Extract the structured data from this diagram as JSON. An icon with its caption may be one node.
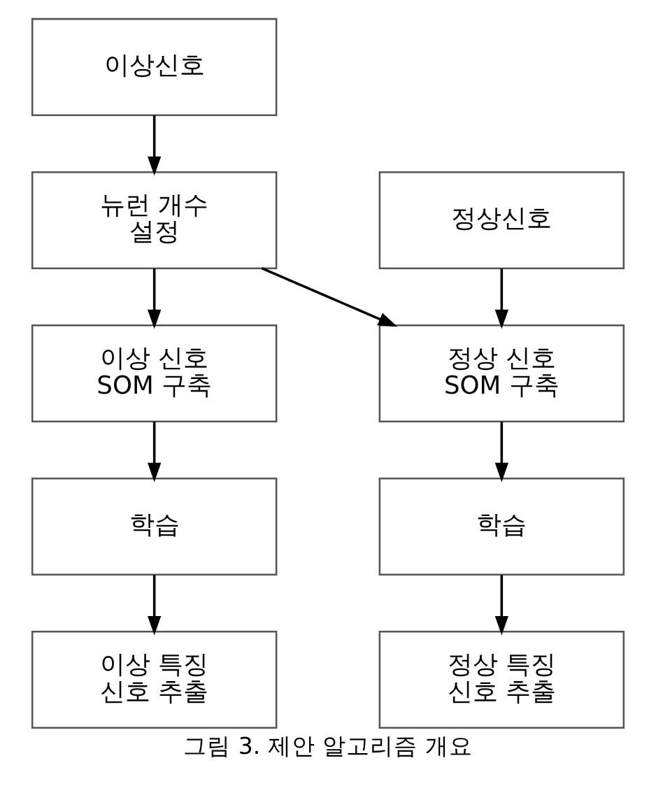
{
  "diagram": {
    "caption": "그림 3. 제안 알고리즘 개요",
    "nodes": [
      {
        "text": [
          "이상신호"
        ]
      },
      {
        "text": [
          "정상신호"
        ]
      },
      {
        "text": [
          "뉴런 개수 설정"
        ]
      },
      {
        "text": [
          "이상 신호 SOM 구축"
        ]
      },
      {
        "text": [
          "정상 신호 SOM 구축"
        ]
      },
      {
        "text": [
          "학습"
        ]
      },
      {
        "text": [
          "학습"
        ]
      },
      {
        "text": [
          "이상 특징 신호 추출"
        ]
      },
      {
        "text": [
          "정상 특징 신호 추출"
        ]
      }
    ],
    "edges": [
      {
        "from": 0,
        "to": 2,
        "arrow": "to"
      },
      {
        "from": 1,
        "to": 4,
        "arrow": "to"
      },
      {
        "from": 2,
        "to": 3,
        "arrow": "to"
      },
      {
        "from": 2,
        "to": 4,
        "arrow": "to"
      },
      {
        "from": 3,
        "to": 5,
        "arrow": "to"
      },
      {
        "from": 4,
        "to": 6,
        "arrow": "to"
      },
      {
        "from": 5,
        "to": 7,
        "arrow": "to"
      },
      {
        "from": 6,
        "to": 8,
        "arrow": "to"
      }
    ]
  }
}
